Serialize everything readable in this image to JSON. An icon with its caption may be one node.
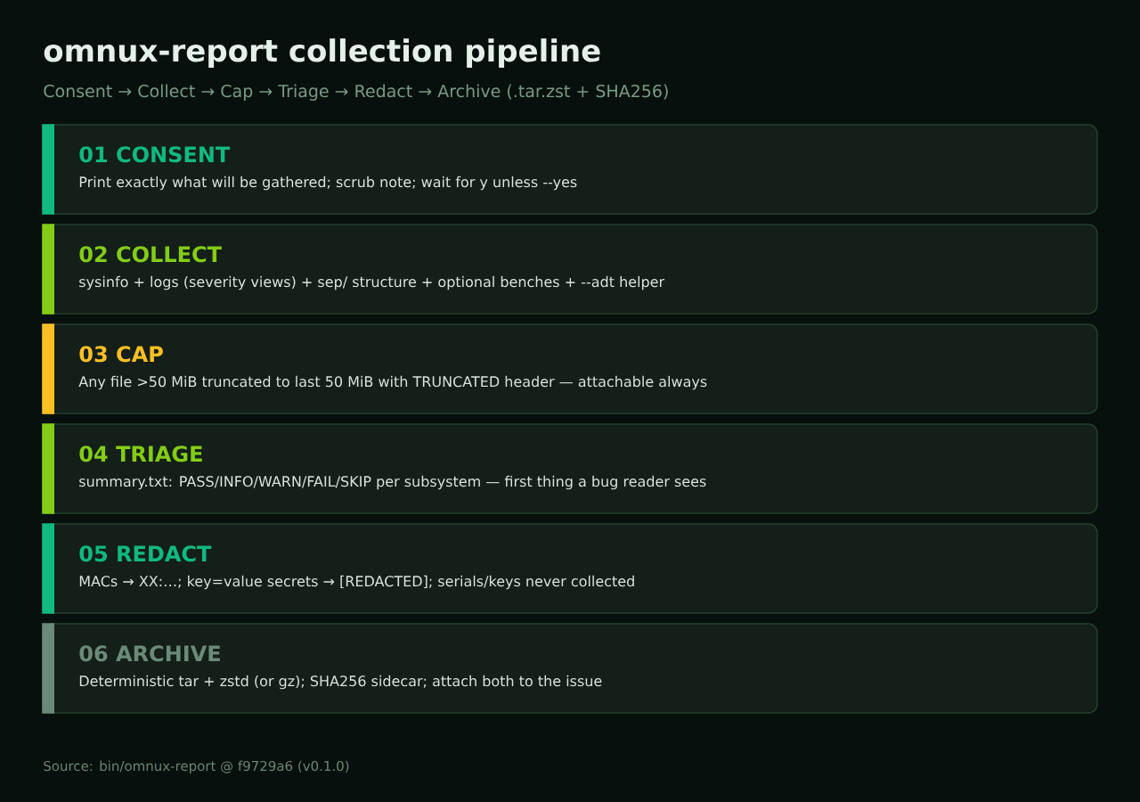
{
  "diagram": {
    "title": "omnux-report collection pipeline",
    "labels": [
      "Consent → Collect → Cap → Triage → Redact → Archive (.tar.zst + SHA256)"
    ],
    "nodes": [
      {
        "text": [
          "01 CONSENT",
          "Print exactly what will be gathered; scrub note; wait for y unless --yes"
        ]
      },
      {
        "text": [
          "02 COLLECT",
          "sysinfo + logs (severity views) + sep/ structure + optional benches + --adt helper"
        ]
      },
      {
        "text": [
          "03 CAP",
          "Any file >50 MiB truncated to last 50 MiB with TRUNCATED header — attachable always"
        ]
      },
      {
        "text": [
          "04 TRIAGE",
          "summary.txt: PASS/INFO/WARN/FAIL/SKIP per subsystem — first thing a bug reader sees"
        ]
      },
      {
        "text": [
          "05 REDACT",
          "MACs → XX:…; key=value secrets → [REDACTED]; serials/keys never collected"
        ]
      },
      {
        "text": [
          "06 ARCHIVE",
          "Deterministic tar + zstd (or gz); SHA256 sidecar; attach both to the issue"
        ]
      }
    ],
    "caption": "Source: bin/omnux-report @ f9729a6 (v0.1.0)"
  }
}
